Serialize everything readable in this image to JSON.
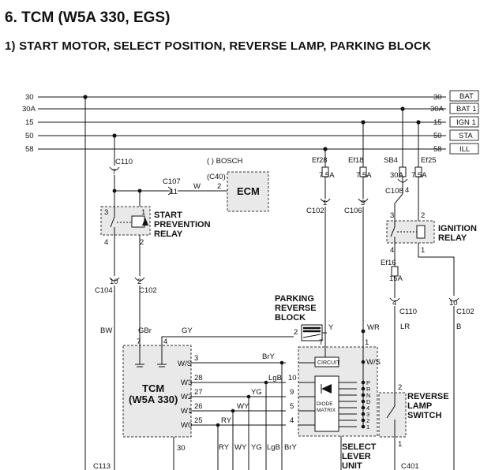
{
  "header": {
    "section": "6.  TCM (W5A 330, EGS)",
    "subsection": "1)  START MOTOR, SELECT POSITION, REVERSE LAMP, PARKING BLOCK"
  },
  "buses": [
    {
      "left": "30",
      "right": "30",
      "tag": "BAT"
    },
    {
      "left": "30A",
      "right": "30A",
      "tag": "BAT 1"
    },
    {
      "left": "15",
      "right": "15",
      "tag": "IGN 1"
    },
    {
      "left": "50",
      "right": "50",
      "tag": "STA"
    },
    {
      "left": "58",
      "right": "58",
      "tag": "ILL"
    }
  ],
  "connectors": {
    "c110_top": "C110",
    "c110_top_pin": "7",
    "c107": "C107",
    "c107_pin": "11",
    "bosch": "( ) BOSCH",
    "c40": "(C40)",
    "ecm_pin": "2",
    "spr_pin1": "1",
    "spr_pin3": "3",
    "spr_pin2": "2",
    "spr_pin4": "4",
    "c104": "C104",
    "c104_pin": "10",
    "c102_left": "C102",
    "c102_left_pin": "2",
    "c102_mid": "C102",
    "c102_mid_pin": "1",
    "c106": "C106",
    "c106_pin": "3",
    "c108": "C108",
    "c108_pin": "4",
    "ir_pin3": "3",
    "ir_pin2": "2",
    "ir_pin4": "4",
    "ir_pin1": "1",
    "c110_right": "C110",
    "c110_right_pin": "4",
    "c102_right": "C102",
    "c102_right_pin": "10",
    "c113": "C113",
    "c401": "C401",
    "prb_pin": "2",
    "sl_pin7": "7",
    "sl_pin1": "1",
    "tcm_pin7": "7",
    "tcm_pin4": "4",
    "tcm_pin3": "3",
    "tcm_pin28": "28",
    "tcm_pin27": "27",
    "tcm_pin26": "26",
    "tcm_pin25": "25",
    "sl_pin10": "10",
    "sl_pin9": "9",
    "sl_pin5": "5",
    "sl_pin4": "4",
    "tcm_pin30": "30",
    "rls_pin2": "2",
    "rls_pin1": "1"
  },
  "fuses": {
    "ef28": "Ef28",
    "ef28_rating": "7.5A",
    "ef18": "Ef18",
    "ef18_rating": "7.5A",
    "sb4": "SB4",
    "sb4_rating": "30A",
    "ef25": "Ef25",
    "ef25_rating": "7.5A",
    "ef16": "Ef16",
    "ef16_rating": "15A"
  },
  "components": {
    "ecm": "ECM",
    "start_relay": [
      "START",
      "PREVENTION",
      "RELAY"
    ],
    "ignition_relay": [
      "IGNITION",
      "RELAY"
    ],
    "parking_block": [
      "PARKING",
      "REVERSE",
      "BLOCK"
    ],
    "tcm": [
      "TCM",
      "(W5A 330)"
    ],
    "tcm_pins": [
      "W/S",
      "W3",
      "W2",
      "W1",
      "W0"
    ],
    "select_lever": [
      "SELECT",
      "LEVER",
      "UNIT"
    ],
    "circuit": "CIRCUIT",
    "diode_matrix": [
      "DIODE",
      "MATRIX"
    ],
    "positions": [
      "W/S",
      "P",
      "R",
      "N",
      "D",
      "4",
      "3",
      "2",
      "1"
    ],
    "reverse_switch": [
      "REVERSE",
      "LAMP",
      "SWITCH"
    ]
  },
  "wires": {
    "w": "W",
    "bw": "BW",
    "gbr": "GBr",
    "gy": "GY",
    "y": "Y",
    "wr": "WR",
    "lr": "LR",
    "b": "B",
    "bry": "BrY",
    "lgb": "LgB",
    "yg": "YG",
    "wy": "WY",
    "ry": "RY"
  },
  "bottom_wires": [
    "RY",
    "WY",
    "YG",
    "LgB",
    "BrY"
  ]
}
